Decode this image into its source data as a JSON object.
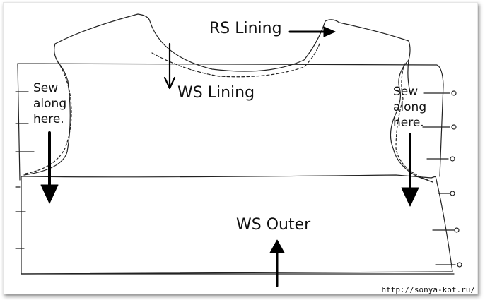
{
  "labels": {
    "rs_lining": "RS Lining",
    "ws_lining": "WS Lining",
    "ws_outer": "WS Outer",
    "sew_left_1": "Sew",
    "sew_left_2": "along",
    "sew_left_3": "here.",
    "sew_right_1": "Sew",
    "sew_right_2": "along",
    "sew_right_3": "here."
  },
  "watermark": "http://sonya-kot.ru/",
  "colors": {
    "ink": "#111111",
    "paper": "#ffffff"
  }
}
